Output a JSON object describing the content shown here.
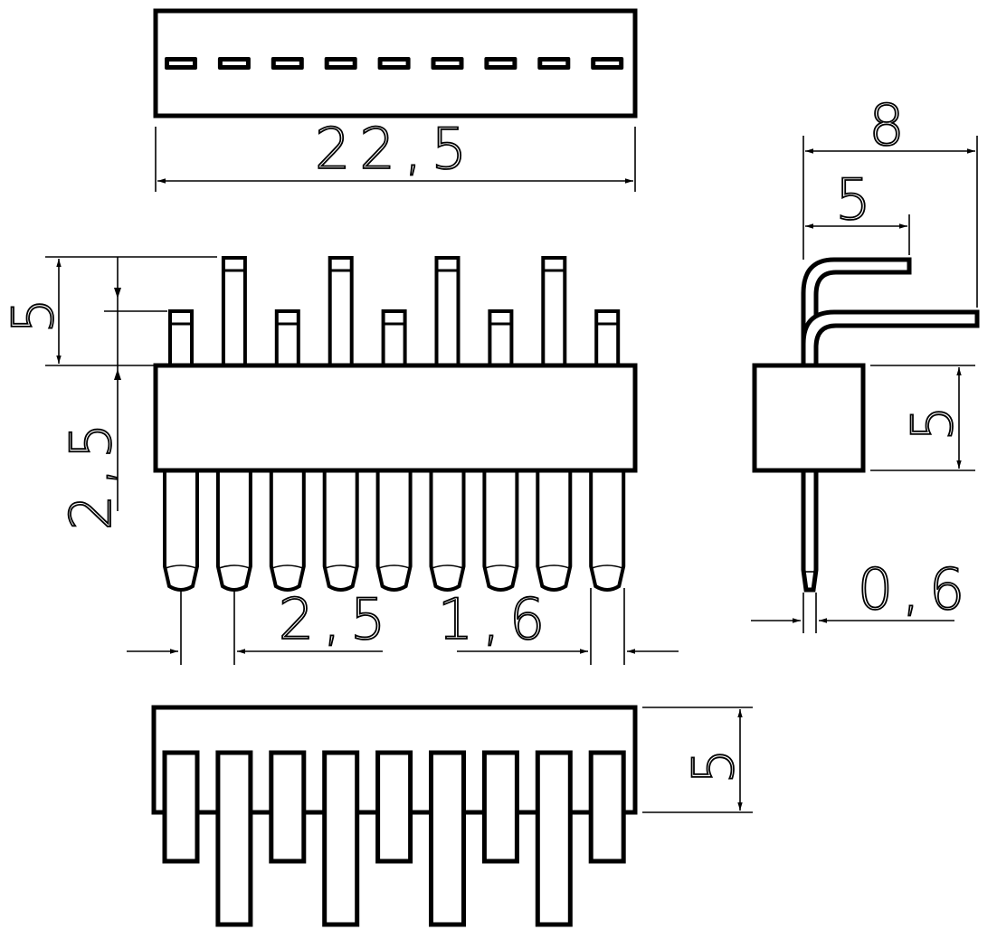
{
  "drawing": {
    "pin_count": 9,
    "labels": {
      "overall_width": "22,5",
      "pin_length_top": "5",
      "body_height": "2,5",
      "pin_pitch": "2,5",
      "pin_span_tail": "1,6",
      "side_total_depth": "8",
      "side_bend_depth": "5",
      "side_body_height": "5",
      "pin_thickness": "0,6",
      "bottom_height": "5"
    }
  }
}
